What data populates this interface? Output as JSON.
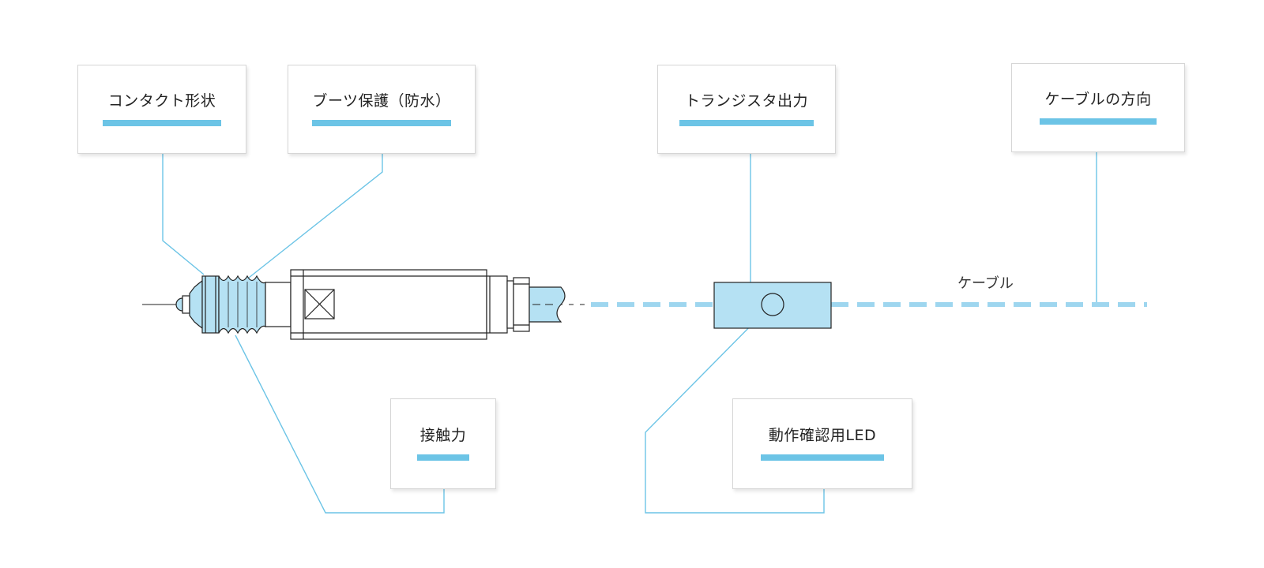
{
  "callouts": {
    "contact_shape": "コンタクト形状",
    "boot_protection": "ブーツ保護（防水）",
    "transistor_output": "トランジスタ出力",
    "cable_direction": "ケーブルの方向",
    "contact_force": "接触力",
    "operation_led": "動作確認用LED"
  },
  "cable_label": "ケーブル",
  "colors": {
    "accent": "#6cc4e6",
    "part_fill": "#b5e1f3",
    "outline": "#222222",
    "box_border": "#d6d6d6"
  }
}
